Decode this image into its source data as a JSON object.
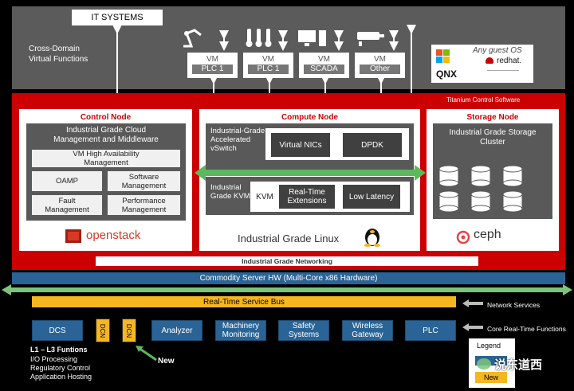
{
  "it_systems": "IT SYSTEMS",
  "cross_domain": "Cross-Domain\nVirtual Functions",
  "vms": [
    {
      "title": "VM",
      "sub": "PLC 1"
    },
    {
      "title": "VM",
      "sub": "PLC 1"
    },
    {
      "title": "VM",
      "sub": "SCADA"
    },
    {
      "title": "VM",
      "sub": "Other"
    }
  ],
  "guest_os": {
    "title": "Any guest OS",
    "qnx": "QNX",
    "redhat": "redhat."
  },
  "titanium": "Titanium Control Software",
  "control_node": {
    "title": "Control Node",
    "header": "Industrial Grade Cloud Management and Middleware",
    "vm_ha": "VM High Availability Management",
    "oamp": "OAMP",
    "software": "Software Management",
    "fault": "Fault Management",
    "performance": "Performance Management",
    "logo": "openstack"
  },
  "compute_node": {
    "title": "Compute Node",
    "vswitch": "Industrial-Grade Accelerated vSwitch",
    "vnics": "Virtual NICs",
    "dpdk": "DPDK",
    "kvm_label": "Industrial Grade KVM",
    "kvm": "KVM",
    "rt_ext": "Real-Time Extensions",
    "low_lat": "Low Latency",
    "linux": "Industrial Grade Linux"
  },
  "storage_node": {
    "title": "Storage Node",
    "cluster": "Industrial Grade Storage Cluster",
    "logo": "ceph"
  },
  "networking": "Industrial Grade Networking",
  "commodity": "Commodity Server HW (Multi-Core x86 Hardware)",
  "rt_bus": "Real-Time Service Bus",
  "network_services": "Network Services",
  "core_rt": "Core Real-Time Functions",
  "functions": [
    "DCS",
    "Analyzer",
    "Machinery Monitoring",
    "Safety Systems",
    "Wireless Gateway",
    "PLC"
  ],
  "dcn": "DCN",
  "new_label": "New",
  "l_functions": {
    "title": "L1 – L3 Funtions",
    "items": [
      "I/O Processing",
      "Regulatory Control",
      "Application Hosting"
    ]
  },
  "legend": {
    "title": "Legend",
    "new": "New"
  },
  "watermark": "说东道西",
  "colors": {
    "red": "#cc0000",
    "blue": "#2a6496",
    "yellow": "#f5b620",
    "green": "#4caf50"
  }
}
